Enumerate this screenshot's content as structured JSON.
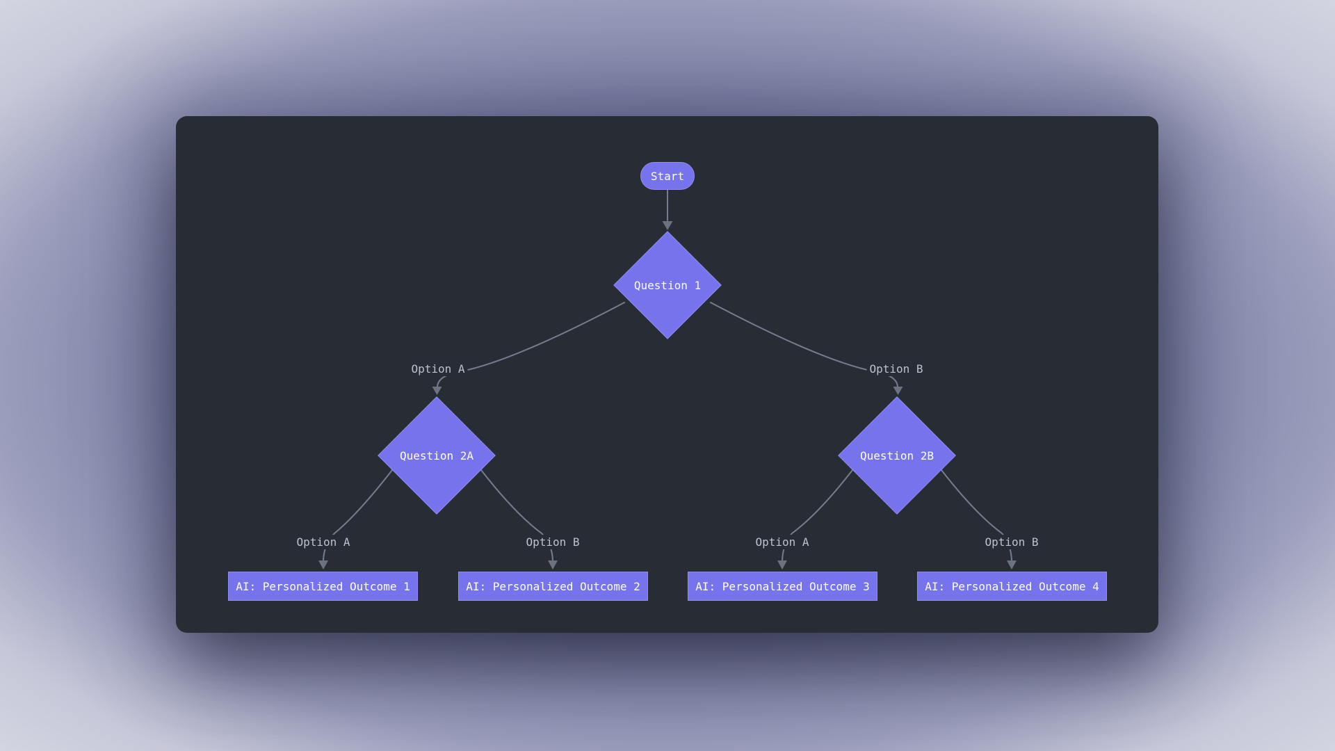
{
  "diagram": {
    "type": "flowchart",
    "direction": "top-down",
    "nodes": [
      {
        "id": "start",
        "shape": "stadium",
        "label": "Start"
      },
      {
        "id": "question1",
        "shape": "diamond",
        "label": "Question 1"
      },
      {
        "id": "question2a",
        "shape": "diamond",
        "label": "Question 2A"
      },
      {
        "id": "question2b",
        "shape": "diamond",
        "label": "Question 2B"
      },
      {
        "id": "outcome1",
        "shape": "rect",
        "label": "AI: Personalized Outcome 1"
      },
      {
        "id": "outcome2",
        "shape": "rect",
        "label": "AI: Personalized Outcome 2"
      },
      {
        "id": "outcome3",
        "shape": "rect",
        "label": "AI: Personalized Outcome 3"
      },
      {
        "id": "outcome4",
        "shape": "rect",
        "label": "AI: Personalized Outcome 4"
      }
    ],
    "edges": [
      {
        "from": "start",
        "to": "question1",
        "label": ""
      },
      {
        "from": "question1",
        "to": "question2a",
        "label": "Option A"
      },
      {
        "from": "question1",
        "to": "question2b",
        "label": "Option B"
      },
      {
        "from": "question2a",
        "to": "outcome1",
        "label": "Option A"
      },
      {
        "from": "question2a",
        "to": "outcome2",
        "label": "Option B"
      },
      {
        "from": "question2b",
        "to": "outcome3",
        "label": "Option A"
      },
      {
        "from": "question2b",
        "to": "outcome4",
        "label": "Option B"
      }
    ],
    "colors": {
      "canvas_card": "#282c35",
      "node_fill": "#7673ec",
      "node_border": "#938df3",
      "node_text": "#ffffff",
      "edge_line": "#757d8e",
      "arrowhead": "#6b7280",
      "edge_label_text": "#bcc2cf"
    }
  }
}
